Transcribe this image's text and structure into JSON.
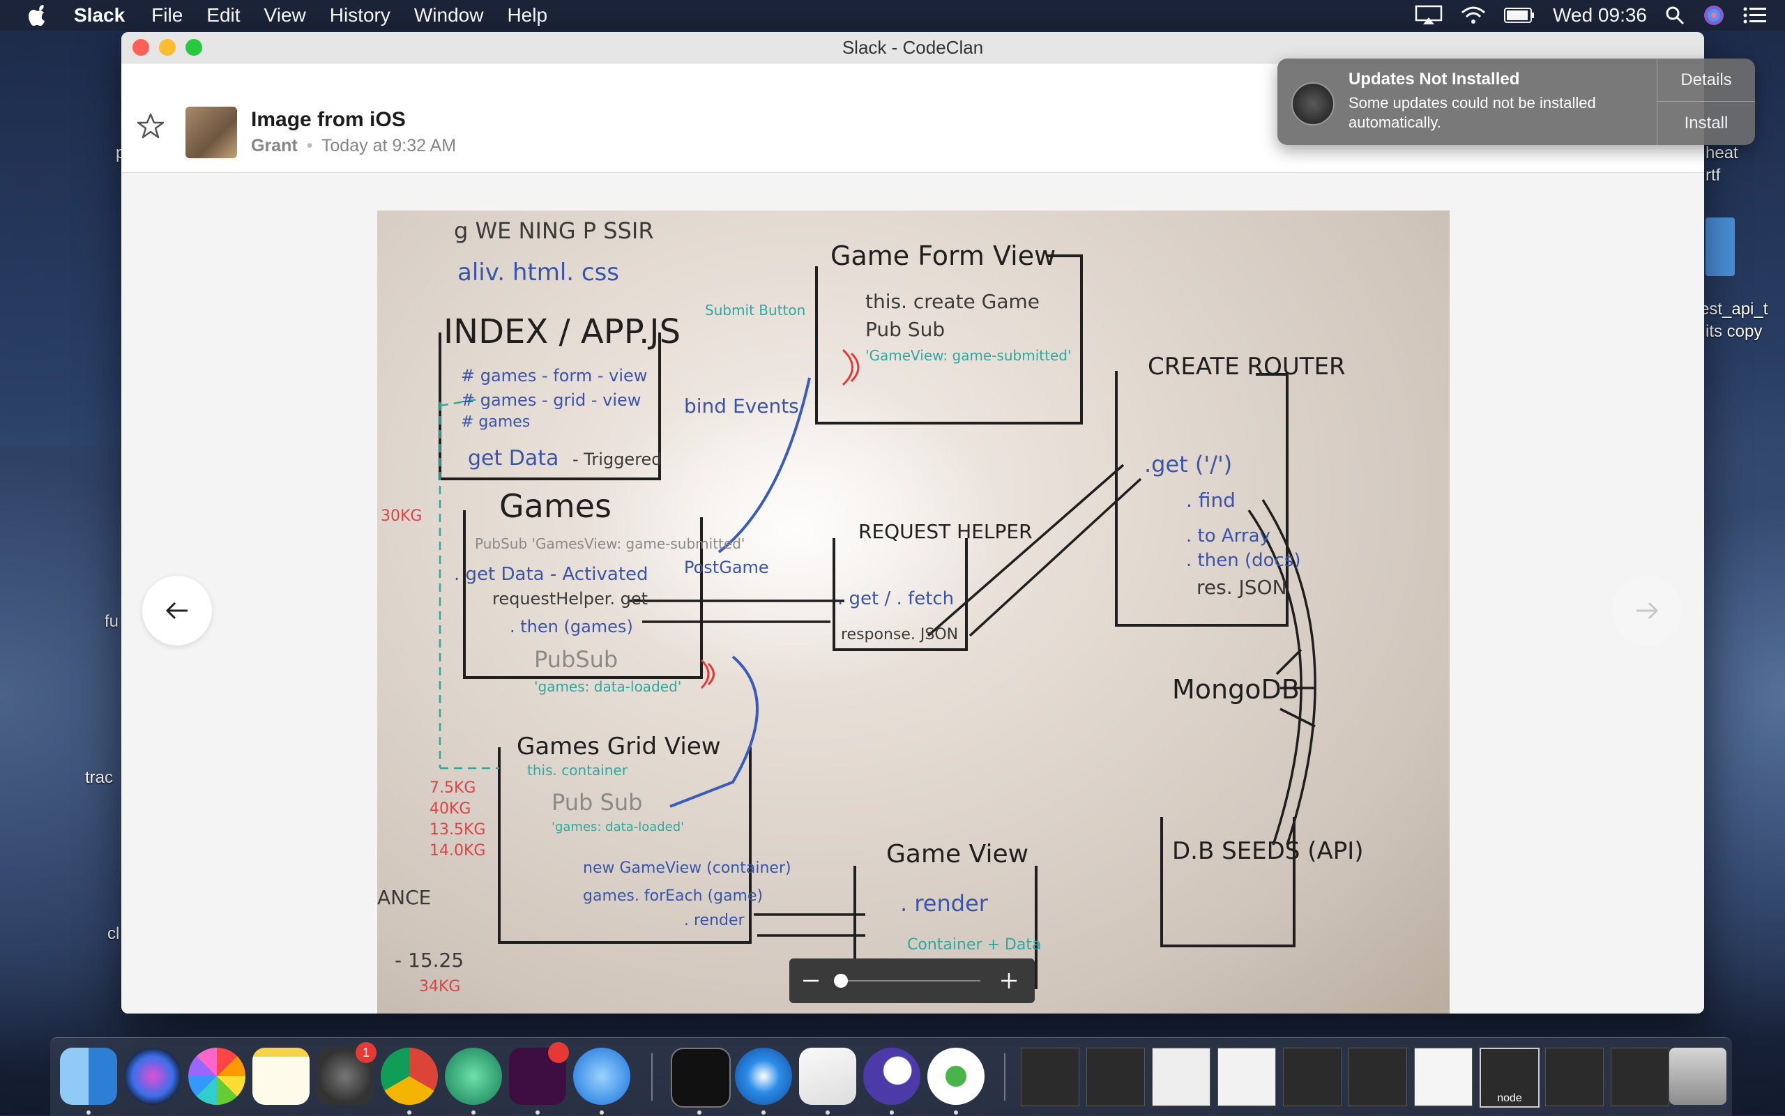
{
  "menubar": {
    "app": "Slack",
    "items": [
      "File",
      "Edit",
      "View",
      "History",
      "Window",
      "Help"
    ],
    "clock": "Wed 09:36"
  },
  "desktop": {
    "labels": [
      "p",
      "heat",
      "rtf",
      "est_api_t",
      "its copy",
      "fu",
      "trac",
      "cl"
    ]
  },
  "window": {
    "title": "Slack - CodeClan",
    "message": {
      "title": "Image from iOS",
      "author": "Grant",
      "time": "Today at 9:32 AM"
    },
    "zoom": {
      "level": 0.0
    }
  },
  "whiteboard": {
    "lines": [
      "g WE NING P SSIR",
      "aliv. html. css",
      "Game Form View",
      "this. create Game",
      "Pub Sub",
      "'GameView: game-submitted'",
      "Submit Button",
      "INDEX / APP.JS",
      "# games - form - view",
      "# games - grid - view",
      "# games",
      "bind Events",
      "get Data",
      "- Triggered",
      "CREATE ROUTER",
      ".get ('/')",
      ". find",
      ". to Array",
      ". then (docs)",
      "res. JSON",
      "Games",
      "PubSub 'GamesView: game-submitted'",
      ". get Data - Activated",
      "requestHelper. get",
      ". then (games)",
      "PubSub",
      "'games: data-loaded'",
      "PostGame",
      "REQUEST HELPER",
      ". get / . fetch",
      "response. JSON",
      "MongoDB",
      "Games Grid View",
      "this. container",
      "Pub Sub",
      "'games: data-loaded'",
      "new GameView (container)",
      "games. forEach (game)",
      ". render",
      "Game View",
      ". render",
      "Container + Data",
      "D.B SEEDS (API)",
      "30KG",
      "7.5KG",
      "40KG",
      "13.5KG",
      "14.0KG",
      "- 15.25",
      "34KG",
      "ANCE"
    ]
  },
  "notification": {
    "title": "Updates Not Installed",
    "body": "Some updates could not be installed automatically.",
    "details": "Details",
    "install": "Install"
  },
  "dock": {
    "items": [
      "Finder",
      "Siri",
      "Photos",
      "Notes",
      "System Preferences",
      "Chrome",
      "Atom",
      "Slack",
      "TablePlus",
      "Terminal",
      "Safari",
      "TextEdit",
      "Eclipse",
      "MongoDB Compass"
    ],
    "badges": {
      "system_preferences": "1"
    },
    "mini_label": "node"
  }
}
